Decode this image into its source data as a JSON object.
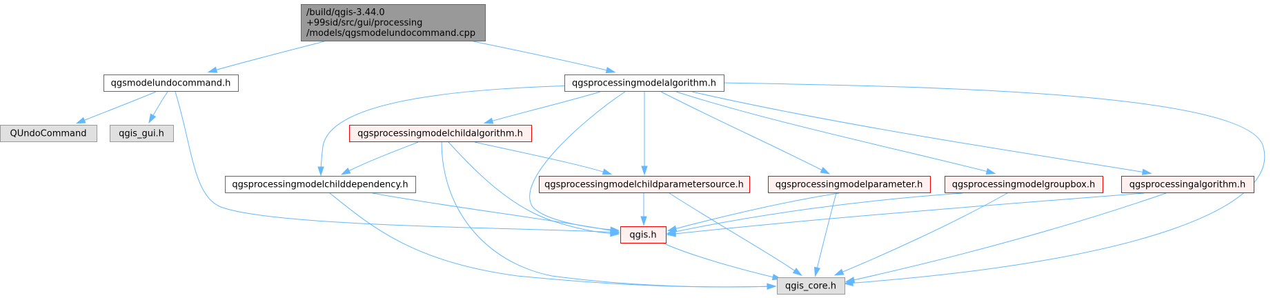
{
  "graph": {
    "colors": {
      "edge": "#63b8ff",
      "root_fill": "#999999",
      "root_border": "#666666",
      "plain_fill": "#ffffff",
      "plain_border": "#666666",
      "missing_fill": "#e0e0e0",
      "missing_border": "#999999",
      "truncated_fill": "#fff0f0",
      "truncated_border": "#ff0000"
    },
    "nodes": [
      {
        "id": "root",
        "kind": "root",
        "lines": [
          "/build/qgis-3.44.0",
          "+99sid/src/gui/processing",
          "/models/qgsmodelundocommand.cpp"
        ]
      },
      {
        "id": "undo_h",
        "kind": "plain",
        "lines": [
          "qgsmodelundocommand.h"
        ]
      },
      {
        "id": "pma",
        "kind": "plain",
        "lines": [
          "qgsprocessingmodelalgorithm.h"
        ]
      },
      {
        "id": "qundo",
        "kind": "missing",
        "lines": [
          "QUndoCommand"
        ]
      },
      {
        "id": "gui",
        "kind": "missing",
        "lines": [
          "qgis_gui.h"
        ]
      },
      {
        "id": "pmca",
        "kind": "truncated",
        "lines": [
          "qgsprocessingmodelchildalgorithm.h"
        ]
      },
      {
        "id": "pmcd",
        "kind": "plain",
        "lines": [
          "qgsprocessingmodelchilddependency.h"
        ]
      },
      {
        "id": "pmcps",
        "kind": "truncated",
        "lines": [
          "qgsprocessingmodelchildparametersource.h"
        ]
      },
      {
        "id": "pmp",
        "kind": "truncated",
        "lines": [
          "qgsprocessingmodelparameter.h"
        ]
      },
      {
        "id": "pmgb",
        "kind": "truncated",
        "lines": [
          "qgsprocessingmodelgroupbox.h"
        ]
      },
      {
        "id": "pa",
        "kind": "truncated",
        "lines": [
          "qgsprocessingalgorithm.h"
        ]
      },
      {
        "id": "qgis",
        "kind": "truncated",
        "lines": [
          "qgis.h"
        ]
      },
      {
        "id": "core",
        "kind": "missing",
        "lines": [
          "qgis_core.h"
        ]
      }
    ],
    "edges": [
      [
        "root",
        "undo_h"
      ],
      [
        "root",
        "pma"
      ],
      [
        "undo_h",
        "qundo"
      ],
      [
        "undo_h",
        "gui"
      ],
      [
        "undo_h",
        "qgis"
      ],
      [
        "pma",
        "pmcd"
      ],
      [
        "pma",
        "pmca"
      ],
      [
        "pma",
        "qgis"
      ],
      [
        "pma",
        "pmcps"
      ],
      [
        "pma",
        "pmp"
      ],
      [
        "pma",
        "pmgb"
      ],
      [
        "pma",
        "pa"
      ],
      [
        "pma",
        "core"
      ],
      [
        "pmca",
        "pmcd"
      ],
      [
        "pmca",
        "pmcps"
      ],
      [
        "pmca",
        "qgis"
      ],
      [
        "pmca",
        "core"
      ],
      [
        "pmcd",
        "qgis"
      ],
      [
        "pmcd",
        "core"
      ],
      [
        "pmcps",
        "qgis"
      ],
      [
        "pmcps",
        "core"
      ],
      [
        "pmp",
        "qgis"
      ],
      [
        "pmp",
        "core"
      ],
      [
        "pmgb",
        "qgis"
      ],
      [
        "pmgb",
        "core"
      ],
      [
        "pa",
        "qgis"
      ],
      [
        "pa",
        "core"
      ],
      [
        "qgis",
        "core"
      ]
    ]
  }
}
